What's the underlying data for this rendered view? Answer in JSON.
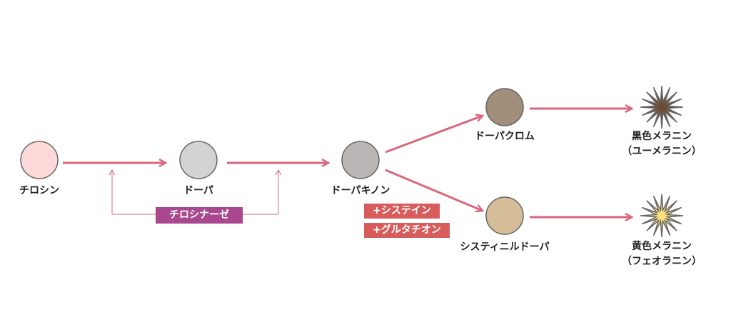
{
  "nodes": {
    "tyrosine": {
      "label": "チロシン",
      "color": "#fdd9d9"
    },
    "dopa": {
      "label": "ドーパ",
      "color": "#d3d3d3"
    },
    "dopaquinone": {
      "label": "ドーパキノン",
      "color": "#bab6b5"
    },
    "dopachrome": {
      "label": "ドーパクロム",
      "color": "#a28f7b"
    },
    "cysteinyldopa": {
      "label": "システィニルドーパ",
      "color": "#d4bd98"
    },
    "eumelanin": {
      "label1": "黒色メラニン",
      "label2": "（ユーメラニン）",
      "color": "#6e4a34"
    },
    "pheomelanin": {
      "label1": "黄色メラニン",
      "label2": "（フェオラニン）",
      "color": "#fbe07c"
    }
  },
  "enzyme": {
    "label": "チロシナーゼ",
    "color": "#a9488f"
  },
  "additions": [
    {
      "label": "+システイン",
      "color": "#d85c5c"
    },
    {
      "label": "+グルタチオン",
      "color": "#d85c5c"
    }
  ],
  "arrow_color": "#d9687e"
}
